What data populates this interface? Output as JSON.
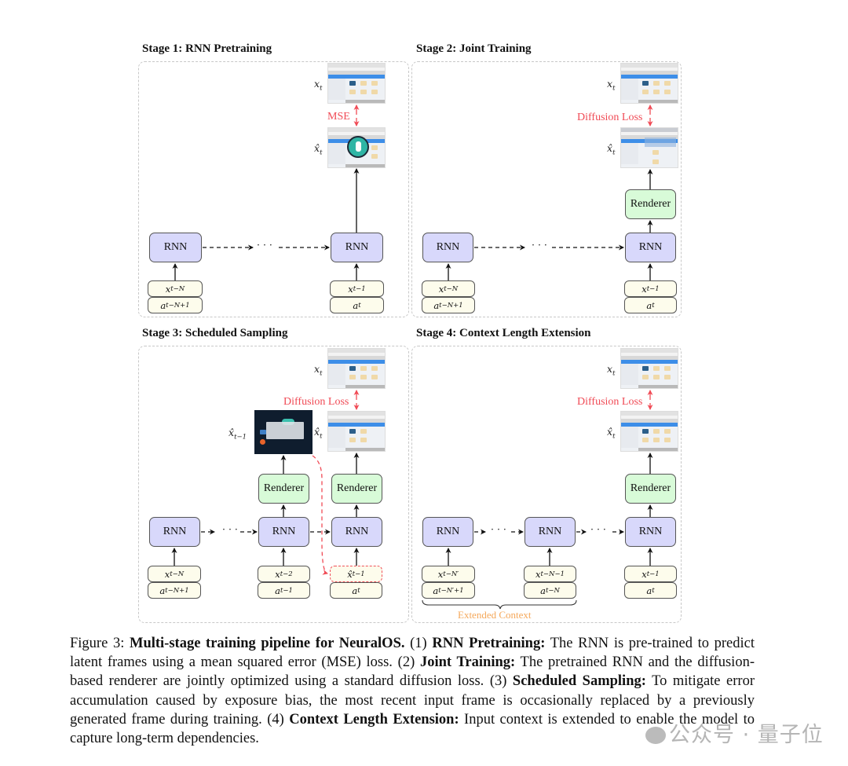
{
  "figure": {
    "stages": [
      {
        "title": "Stage 1: RNN Pretraining",
        "loss_label": "MSE",
        "rnn_label": "RNN",
        "target_label": {
          "base": "x",
          "sub": "t"
        },
        "pred_label": {
          "base": "x̂",
          "sub": "t"
        },
        "inputs": [
          {
            "x": {
              "base": "x",
              "sub": "t−N"
            },
            "a": {
              "base": "a",
              "sub": "t−N+1"
            }
          },
          {
            "x": {
              "base": "x",
              "sub": "t−1"
            },
            "a": {
              "base": "a",
              "sub": "t"
            }
          }
        ],
        "ellipsis": "· · ·"
      },
      {
        "title": "Stage 2: Joint Training",
        "loss_label": "Diffusion Loss",
        "rnn_label": "RNN",
        "renderer_label": "Renderer",
        "target_label": {
          "base": "x",
          "sub": "t"
        },
        "pred_label": {
          "base": "x̂",
          "sub": "t"
        },
        "inputs": [
          {
            "x": {
              "base": "x",
              "sub": "t−N"
            },
            "a": {
              "base": "a",
              "sub": "t−N+1"
            }
          },
          {
            "x": {
              "base": "x",
              "sub": "t−1"
            },
            "a": {
              "base": "a",
              "sub": "t"
            }
          }
        ],
        "ellipsis": "· · ·"
      },
      {
        "title": "Stage 3: Scheduled Sampling",
        "loss_label": "Diffusion Loss",
        "rnn_label": "RNN",
        "renderer_label": "Renderer",
        "target_label": {
          "base": "x",
          "sub": "t"
        },
        "pred_label": {
          "base": "x̂",
          "sub": "t"
        },
        "prev_pred_label": {
          "base": "x̂",
          "sub": "t−1"
        },
        "inputs": [
          {
            "x": {
              "base": "x",
              "sub": "t−N"
            },
            "a": {
              "base": "a",
              "sub": "t−N+1"
            }
          },
          {
            "x": {
              "base": "x",
              "sub": "t−2"
            },
            "a": {
              "base": "a",
              "sub": "t−1"
            }
          },
          {
            "x": {
              "base": "x̂",
              "sub": "t−1"
            },
            "a": {
              "base": "a",
              "sub": "t"
            }
          }
        ],
        "ellipsis": "· · ·"
      },
      {
        "title": "Stage 4: Context Length Extension",
        "loss_label": "Diffusion Loss",
        "rnn_label": "RNN",
        "renderer_label": "Renderer",
        "target_label": {
          "base": "x",
          "sub": "t"
        },
        "pred_label": {
          "base": "x̂",
          "sub": "t"
        },
        "extended_context_label": "Extended Context",
        "inputs": [
          {
            "x": {
              "base": "x",
              "sub": "t−N′"
            },
            "a": {
              "base": "a",
              "sub": "t−N′+1"
            }
          },
          {
            "x": {
              "base": "x",
              "sub": "t−N−1"
            },
            "a": {
              "base": "a",
              "sub": "t−N"
            }
          },
          {
            "x": {
              "base": "x",
              "sub": "t−1"
            },
            "a": {
              "base": "a",
              "sub": "t"
            }
          }
        ],
        "ellipsis": "· · ·"
      }
    ],
    "colors": {
      "rnn_fill": "#d8d8fb",
      "renderer_fill": "#d8fbd8",
      "input_fill": "#fdfcec",
      "loss_text": "#f04a55",
      "extended_context_text": "#f5a85a",
      "panel_border": "#c8c8c8"
    }
  },
  "caption": {
    "prefix": "Figure 3: ",
    "title": "Multi-stage training pipeline for NeuralOS.",
    "s1_num": " (1) ",
    "s1_head": "RNN Pretraining:",
    "s1_text": " The RNN is pre-trained to predict latent frames using a mean squared error (MSE) loss.",
    "s2_num": " (2) ",
    "s2_head": "Joint Training:",
    "s2_text": " The pretrained RNN and the diffusion-based renderer are jointly optimized using a standard diffusion loss.",
    "s3_num": " (3) ",
    "s3_head": "Scheduled Sampling:",
    "s3_text": " To mitigate error accumulation caused by exposure bias, the most recent input frame is occasionally replaced by a previously generated frame during training.",
    "s4_num": " (4) ",
    "s4_head": "Context Length Extension:",
    "s4_text": " Input context is extended to enable the model to capture long-term dependencies."
  },
  "watermark": {
    "text": "公众号 · 量子位"
  }
}
